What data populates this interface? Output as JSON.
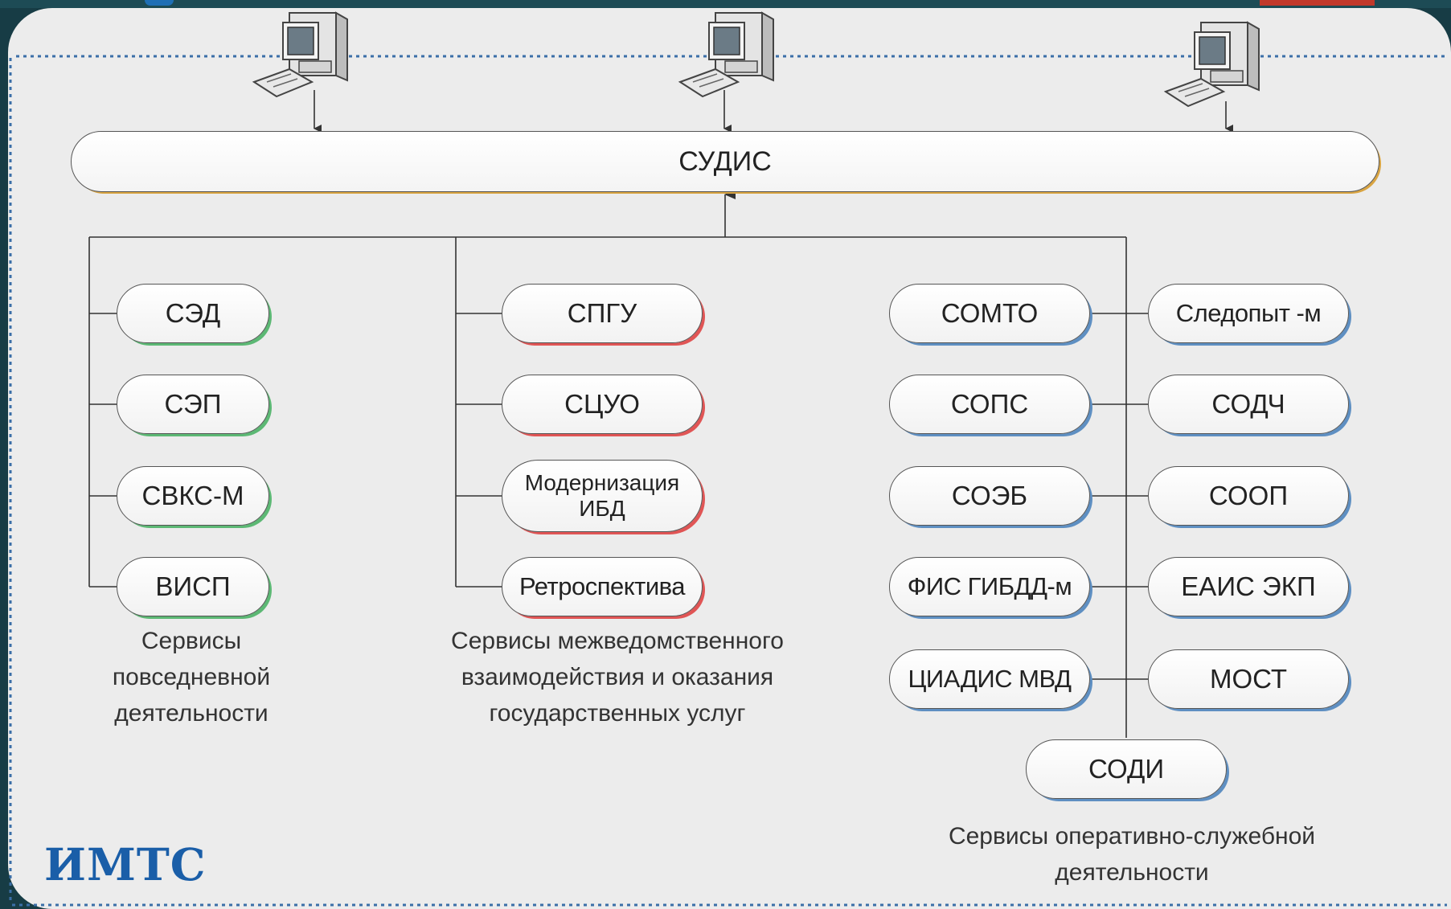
{
  "diagram": {
    "central_node": "СУДИС",
    "groups": [
      {
        "caption": "Сервисы\nповседневной\nдеятельности",
        "items": [
          "СЭД",
          "СЭП",
          "СВКС-М",
          "ВИСП"
        ]
      },
      {
        "caption": "Сервисы межведомственного\nвзаимодействия и оказания\nгосударственных услуг",
        "items": [
          "СПГУ",
          "СЦУО",
          "Модернизация ИБД",
          "Ретроспектива"
        ]
      },
      {
        "caption": "Сервисы оперативно-служебной\nдеятельности",
        "items_left": [
          "СОМТО",
          "СОПС",
          "СОЭБ",
          "ФИС ГИБДД-м",
          "ЦИАДИС МВД"
        ],
        "items_right": [
          "Следопыт -м",
          "СОДЧ",
          "СООП",
          "ЕАИС ЭКП",
          "МОСТ"
        ],
        "items_bottom": [
          "СОДИ"
        ]
      }
    ],
    "workstation_icon": "desktop-computer-icon",
    "workstation_count": 3
  },
  "logo": {
    "text": "ИМТС"
  },
  "colors": {
    "group1": "#5cb874",
    "group2": "#e05555",
    "group3": "#5e8fc2",
    "central": "#d9a441",
    "logo": "#1a5ea8"
  }
}
